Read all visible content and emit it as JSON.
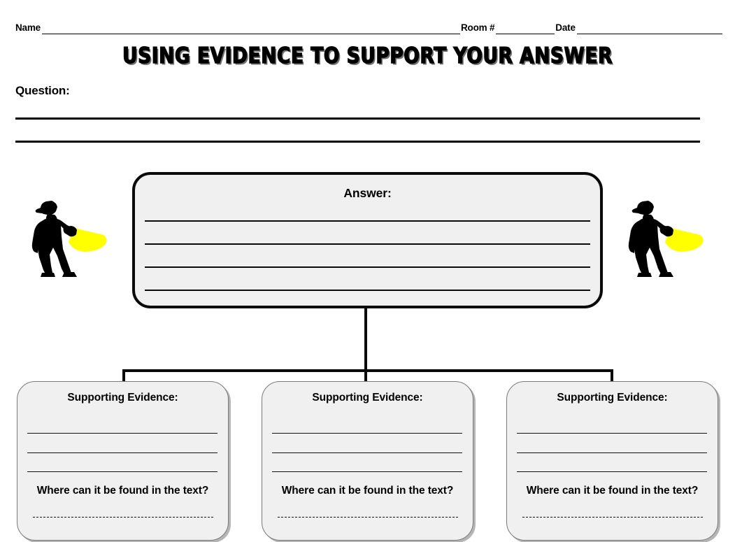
{
  "header": {
    "name_label": "Name",
    "room_label": "Room #",
    "date_label": "Date"
  },
  "title": "USING EVIDENCE TO SUPPORT YOUR ANSWER",
  "question": {
    "label": "Question:",
    "lines": 2
  },
  "answer": {
    "label": "Answer:",
    "lines": 4
  },
  "supporting_evidence": [
    {
      "title": "Supporting Evidence:",
      "lines": 3,
      "where_label": "Where can it be found in the text?",
      "where_line": "dashed"
    },
    {
      "title": "Supporting Evidence:",
      "lines": 3,
      "where_label": "Where can it be found in the text?",
      "where_line": "dashed"
    },
    {
      "title": "Supporting Evidence:",
      "lines": 3,
      "where_label": "Where can it be found in the text?",
      "where_line": "dashed"
    }
  ],
  "decorations": {
    "left_figure": "detective-with-flashlight-icon",
    "right_figure": "detective-with-flashlight-icon"
  },
  "colors": {
    "page_background": "#ffffff",
    "box_fill": "#f0f0f0",
    "box_border_thick": "#0a0a0a",
    "box_border_thin": "#7a7a7a",
    "text": "#000000",
    "flashlight_beam": "#ffff00",
    "silhouette": "#000000"
  }
}
